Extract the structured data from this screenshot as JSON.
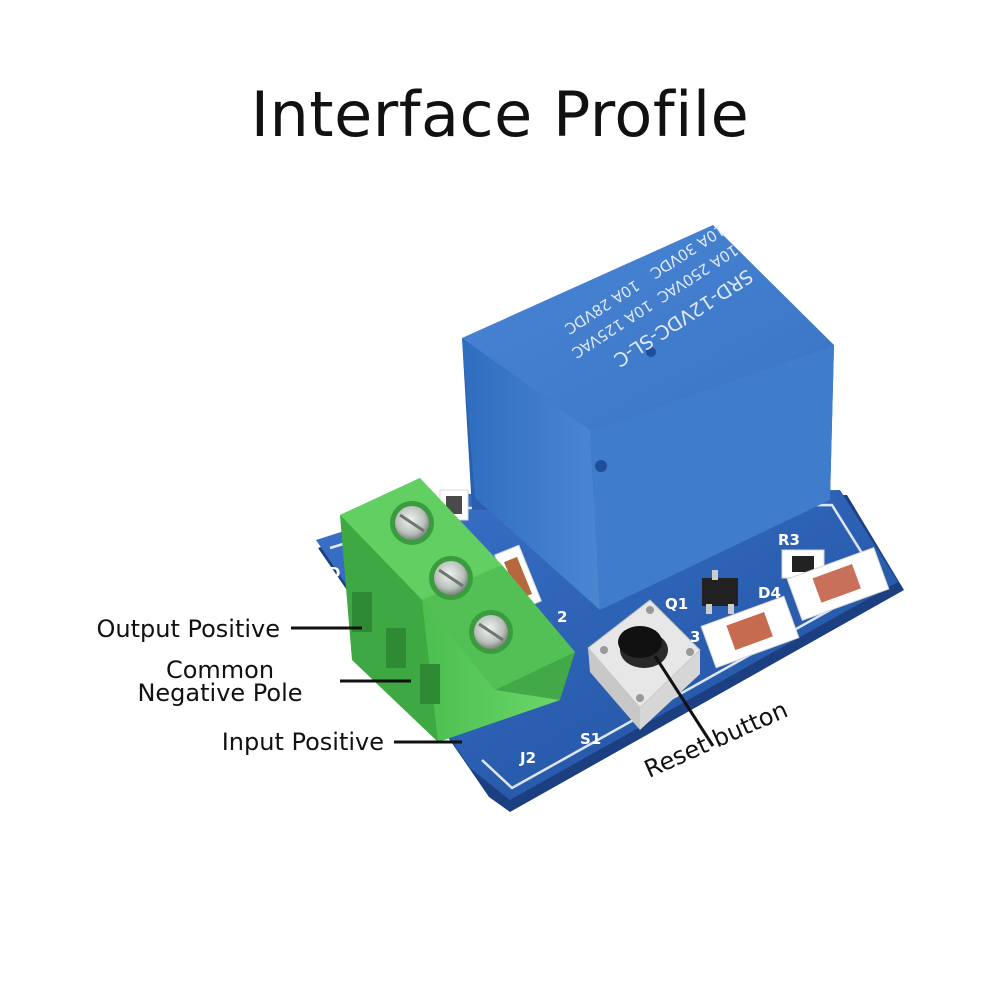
{
  "title": "Interface Profile",
  "relay": {
    "model": "SRD-12VDC-SL-C",
    "rating_1": "10A 250VAC",
    "rating_2": "10A 125VAC",
    "rating_3": "10A 30VDC",
    "rating_4": "10A 28VDC"
  },
  "board_labels": {
    "j2": "J2",
    "s1": "S1",
    "q1": "Q1",
    "r3": "R3",
    "d4": "D4",
    "pin_2": "2",
    "pin_3": "3",
    "d_partial": "D"
  },
  "callouts": {
    "output_positive": "Output Positive",
    "common_negative_line1": "Common",
    "common_negative_line2": "Negative Pole",
    "input_positive": "Input Positive",
    "reset_button": "Reset button"
  },
  "colors": {
    "pcb": "#2f63b8",
    "relay": "#3d78c8",
    "terminal": "#58c85a",
    "silkscreen": "#ffffff"
  }
}
